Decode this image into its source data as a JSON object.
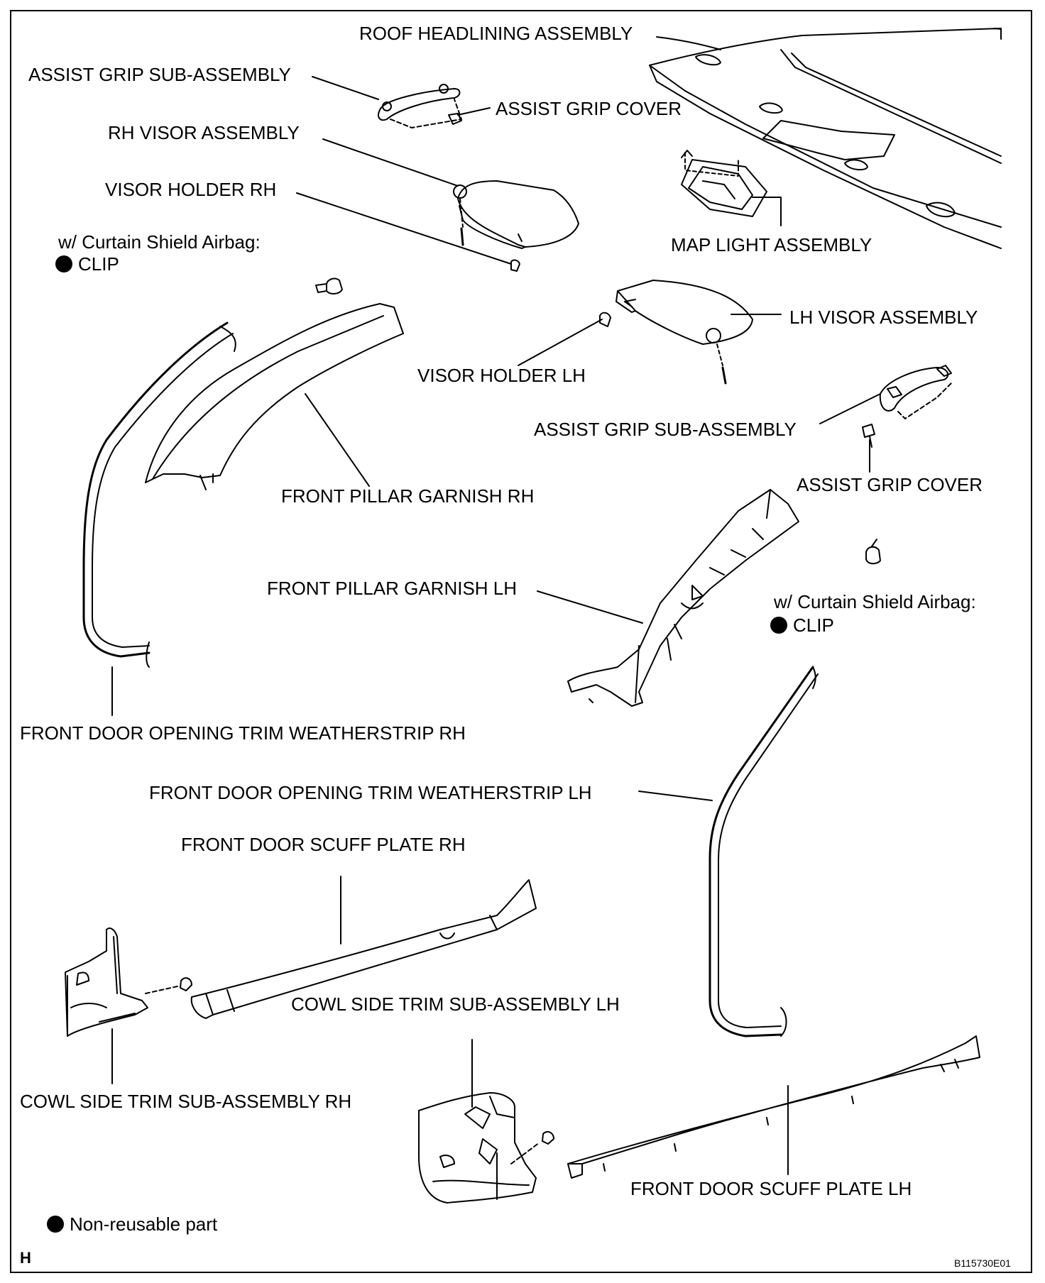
{
  "labels": {
    "roof_headlining": "ROOF HEADLINING ASSEMBLY",
    "assist_grip_sub_rh": "ASSIST GRIP SUB-ASSEMBLY",
    "assist_grip_cover_rh": "ASSIST GRIP COVER",
    "rh_visor": "RH VISOR ASSEMBLY",
    "visor_holder_rh": "VISOR HOLDER RH",
    "map_light": "MAP LIGHT ASSEMBLY",
    "curtain_note_rh": "w/ Curtain Shield Airbag:",
    "clip_rh": "CLIP",
    "lh_visor": "LH VISOR ASSEMBLY",
    "visor_holder_lh": "VISOR HOLDER LH",
    "assist_grip_sub_lh": "ASSIST GRIP SUB-ASSEMBLY",
    "assist_grip_cover_lh": "ASSIST GRIP COVER",
    "front_pillar_rh": "FRONT PILLAR GARNISH RH",
    "front_pillar_lh": "FRONT PILLAR GARNISH LH",
    "curtain_note_lh": "w/ Curtain Shield Airbag:",
    "clip_lh": "CLIP",
    "weatherstrip_rh": "FRONT DOOR OPENING TRIM WEATHERSTRIP RH",
    "weatherstrip_lh": "FRONT DOOR OPENING TRIM WEATHERSTRIP LH",
    "scuff_rh": "FRONT DOOR SCUFF PLATE RH",
    "cowl_lh": "COWL SIDE TRIM SUB-ASSEMBLY LH",
    "cowl_rh": "COWL SIDE TRIM SUB-ASSEMBLY RH",
    "scuff_lh": "FRONT DOOR SCUFF PLATE LH",
    "legend": "Non-reusable part"
  },
  "corner_letter": "H",
  "figure_code": "B115730E01"
}
